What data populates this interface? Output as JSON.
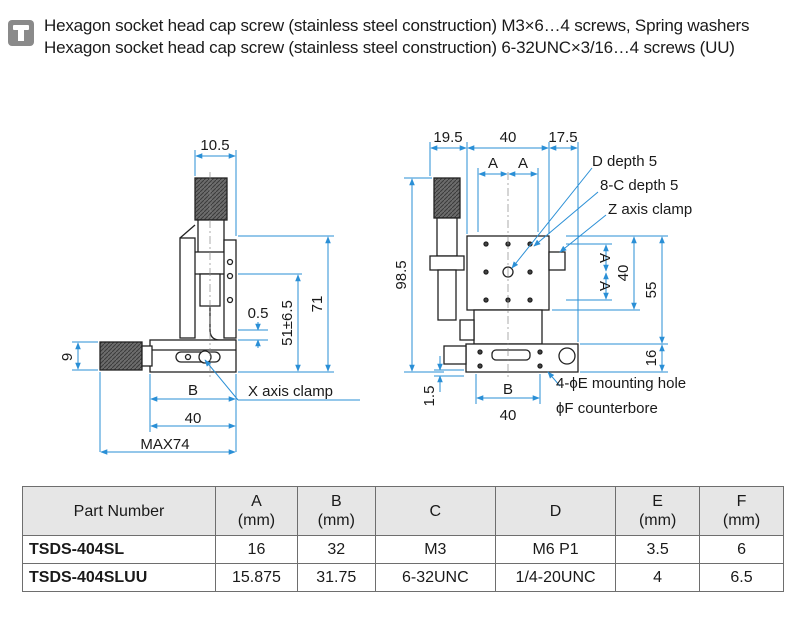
{
  "header": {
    "line1": "Hexagon socket head cap screw (stainless steel construction) M3×6…4 screws, Spring washers",
    "line2": "Hexagon socket head cap screw (stainless steel construction) 6-32UNC×3/16…4 screws (UU)"
  },
  "left_view": {
    "dim_top": "10.5",
    "dim_gap": "0.5",
    "dim_51": "51±6.5",
    "dim_71": "71",
    "dim_9": "9",
    "dim_b": "B",
    "dim_40": "40",
    "dim_max74": "MAX74",
    "x_clamp": "X axis clamp"
  },
  "right_view": {
    "dim_19_5": "19.5",
    "dim_40": "40",
    "dim_17_5": "17.5",
    "dim_a1": "A",
    "dim_a2": "A",
    "dim_a3": "A",
    "dim_a4": "A",
    "dim_40v": "40",
    "dim_55": "55",
    "dim_16": "16",
    "dim_98_5": "98.5",
    "dim_1_5": "1.5",
    "dim_b": "B",
    "dim_40b": "40",
    "d_depth": "D depth 5",
    "c_depth": "8-C depth 5",
    "z_clamp": "Z axis clamp",
    "mount_hole": "4-ϕE mounting hole",
    "counterbore": "ϕF counterbore"
  },
  "table": {
    "headers": [
      "Part Number",
      "A\n(mm)",
      "B\n(mm)",
      "C",
      "D",
      "E\n(mm)",
      "F\n(mm)"
    ],
    "rows": [
      [
        "TSDS-404SL",
        "16",
        "32",
        "M3",
        "M6 P1",
        "3.5",
        "6"
      ],
      [
        "TSDS-404SLUU",
        "15.875",
        "31.75",
        "6-32UNC",
        "1/4-20UNC",
        "4",
        "6.5"
      ]
    ]
  },
  "colors": {
    "dimension_line": "#2a8fd6",
    "drawing_line": "#222222",
    "knob": "#777777",
    "table_header": "#e6e6e6"
  }
}
